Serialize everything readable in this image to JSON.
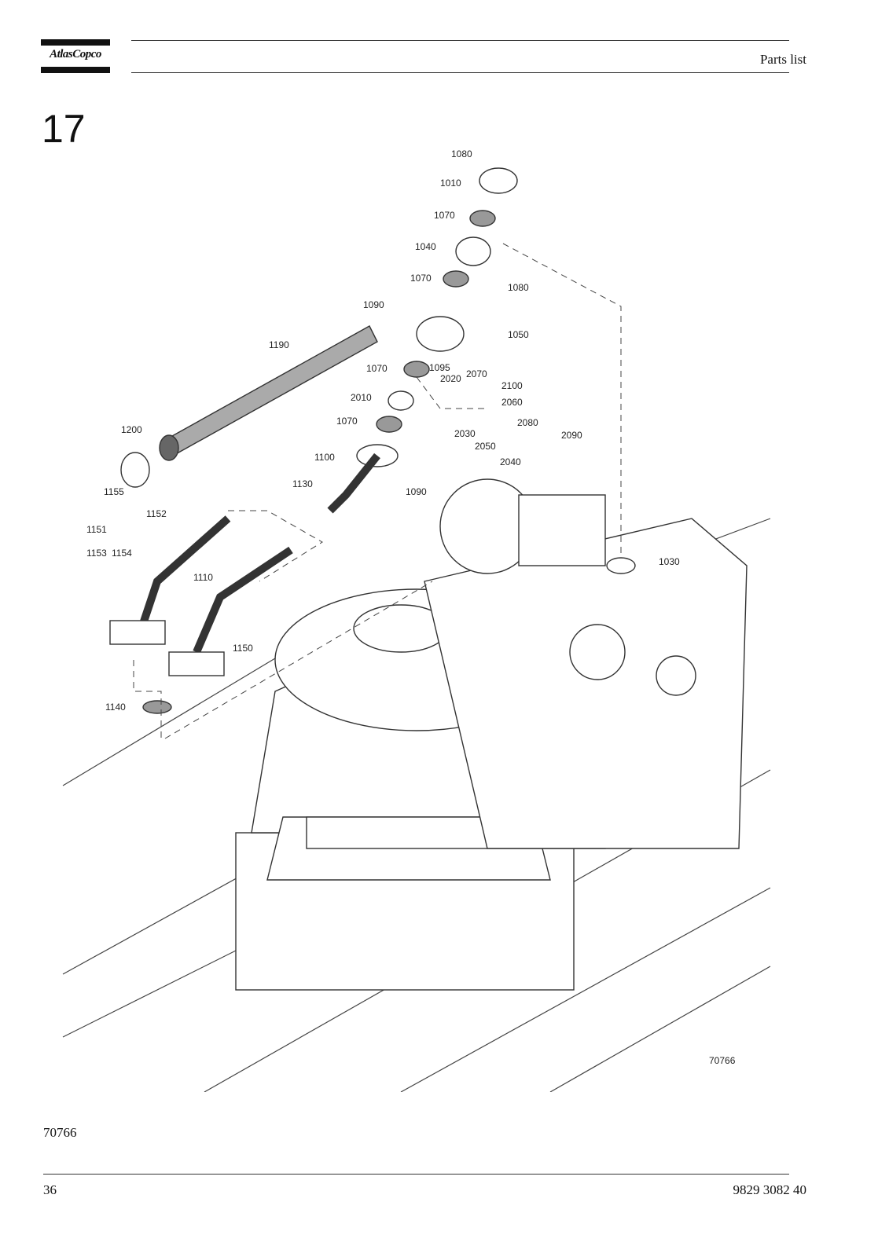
{
  "header": {
    "logo_text": "AtlasCopco",
    "title": "Parts list"
  },
  "section": {
    "number": "17"
  },
  "drawing": {
    "image_number": "70766",
    "callouts": [
      "1080",
      "1010",
      "1070",
      "1040",
      "1070",
      "1080",
      "1090",
      "1050",
      "1190",
      "1070",
      "1095",
      "2020",
      "2070",
      "2100",
      "2010",
      "2060",
      "1070",
      "2030",
      "2080",
      "2090",
      "1200",
      "2050",
      "2040",
      "1100",
      "1130",
      "1090",
      "1155",
      "1152",
      "1151",
      "1153",
      "1154",
      "1030",
      "1110",
      "1150",
      "1140"
    ]
  },
  "footer": {
    "drawing_id": "70766",
    "page_number": "36",
    "document_number": "9829 3082 40"
  }
}
